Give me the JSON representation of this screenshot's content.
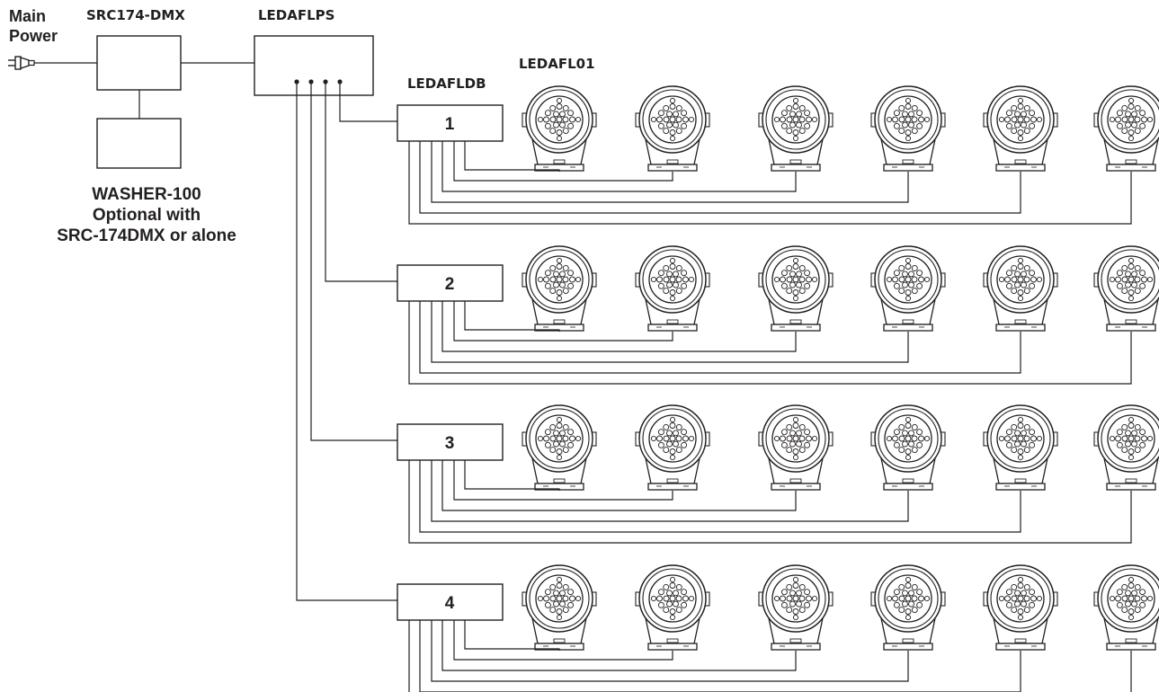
{
  "labels": {
    "main_power": [
      "Main",
      "Power"
    ],
    "controller": "SRC174-DMX",
    "power_supply": "LEDAFLPS",
    "distribution_box": "LEDAFLDB",
    "fixture": "LEDAFL01",
    "washer": [
      "WASHER-100",
      "Optional with",
      "SRC-174DMX or alone"
    ]
  },
  "distribution_boxes": [
    {
      "label": "1"
    },
    {
      "label": "2"
    },
    {
      "label": "3"
    },
    {
      "label": "4"
    }
  ],
  "fixtures_per_row": 6,
  "colors": {
    "line": "#231f20",
    "background": "#ffffff"
  }
}
